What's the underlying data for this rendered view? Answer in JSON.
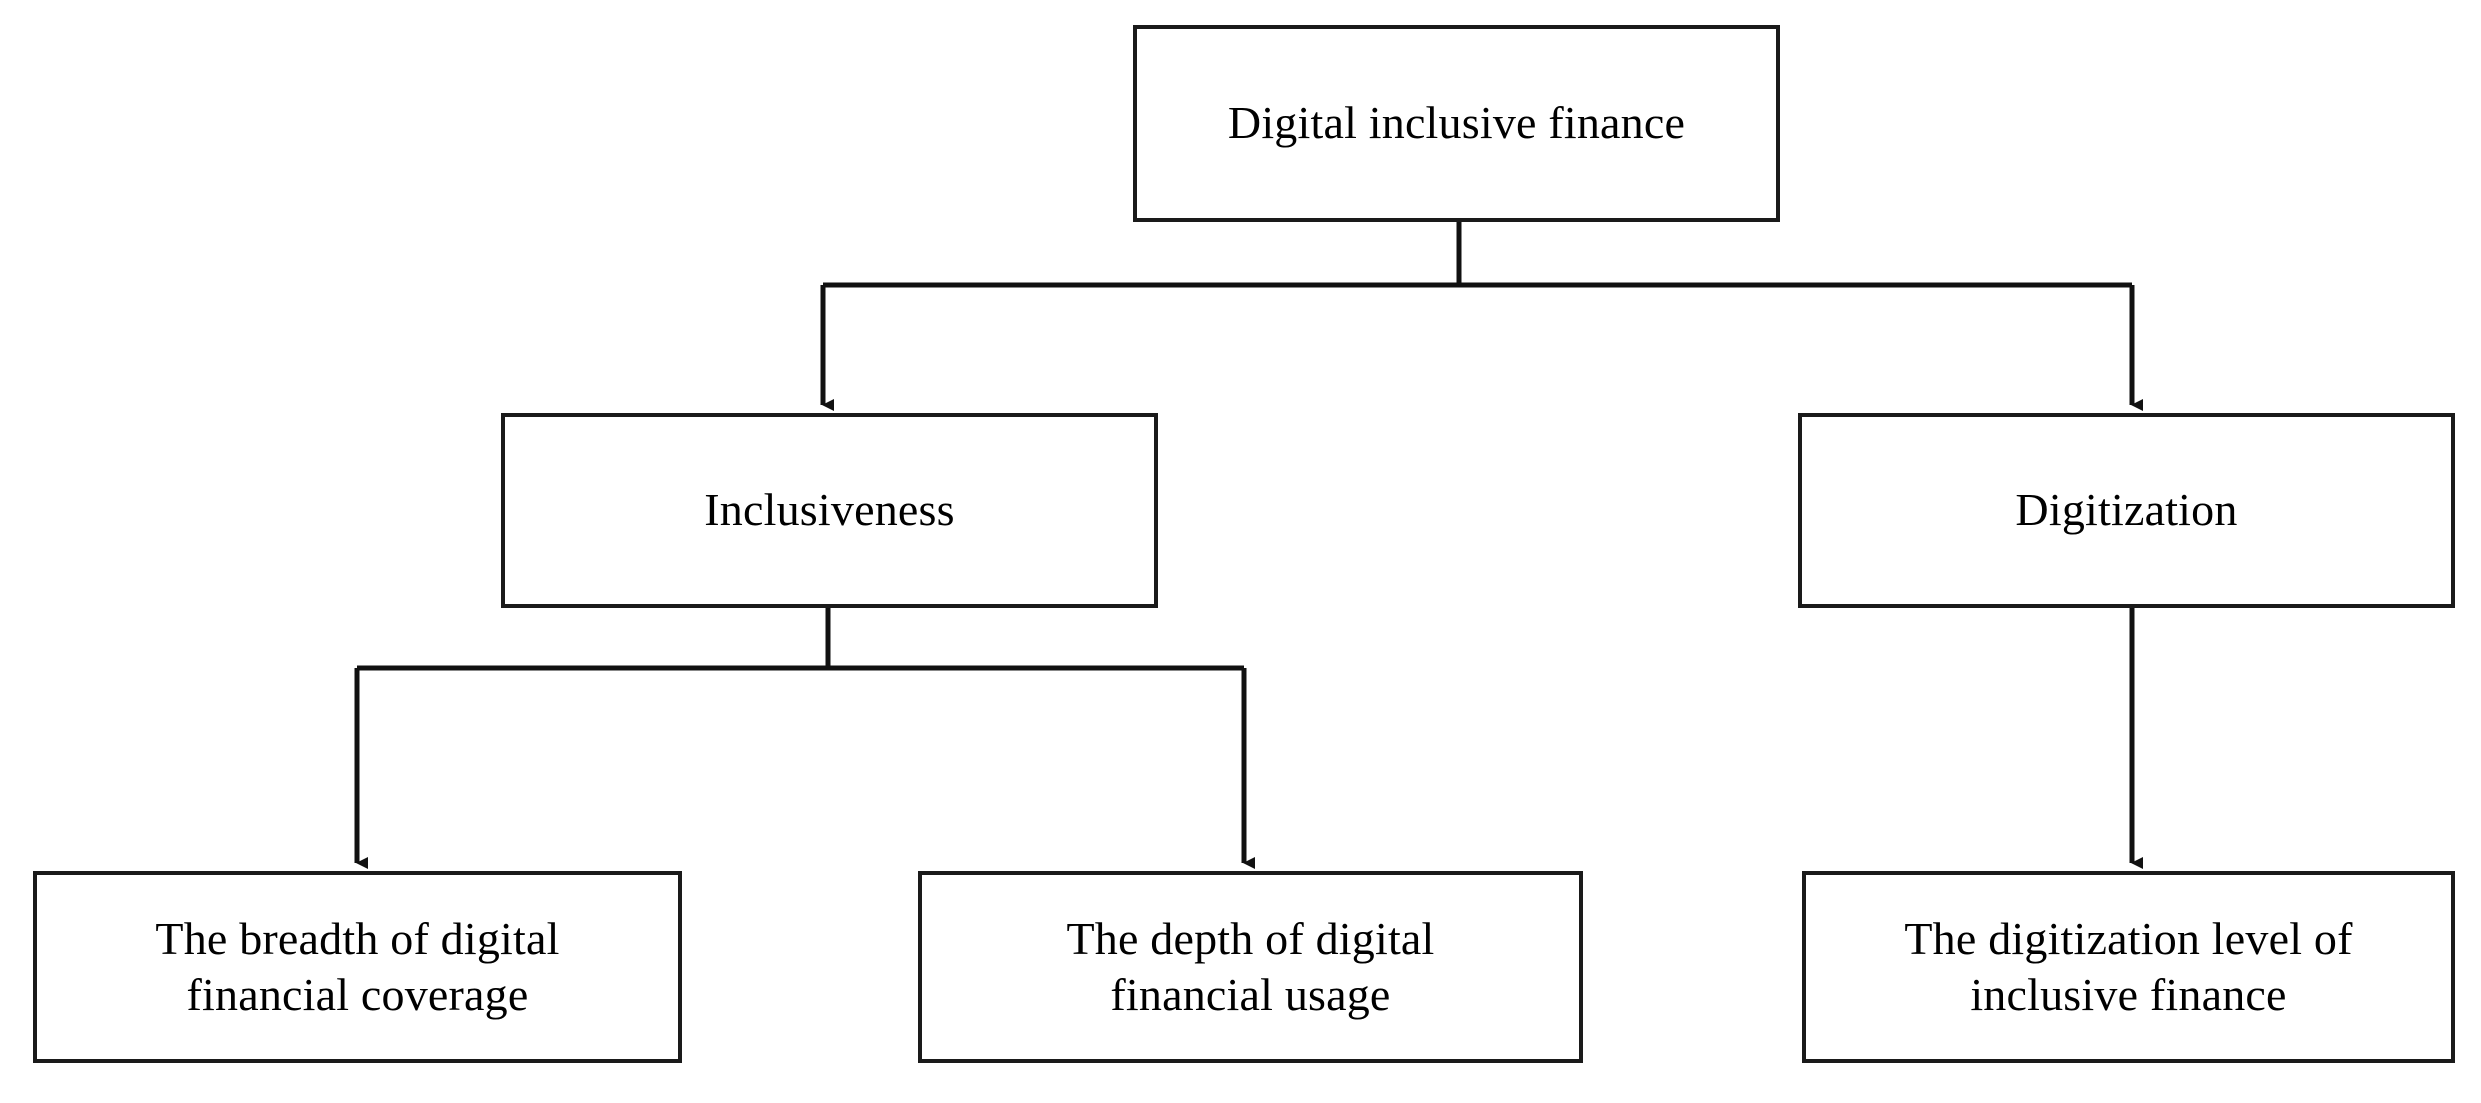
{
  "diagram": {
    "type": "hierarchy-tree",
    "title": "Digital inclusive finance",
    "orientation": "top-down",
    "background_color": "#ffffff",
    "line_color": "#1a1a1a",
    "text_color": "#000000",
    "levels": 3,
    "nodes": [
      {
        "id": "root",
        "level": 1,
        "label": "Digital inclusive finance",
        "children": [
          "inclusiveness",
          "digitization"
        ]
      },
      {
        "id": "inclusiveness",
        "level": 2,
        "label": "Inclusiveness",
        "children": [
          "breadth",
          "depth"
        ]
      },
      {
        "id": "digitization",
        "level": 2,
        "label": "Digitization",
        "children": [
          "level"
        ]
      },
      {
        "id": "breadth",
        "level": 3,
        "label": "The breadth of digital\nfinancial coverage",
        "children": []
      },
      {
        "id": "depth",
        "level": 3,
        "label": "The depth of digital\nfinancial usage",
        "children": []
      },
      {
        "id": "level",
        "level": 3,
        "label": "The digitization level of\ninclusive finance",
        "children": []
      }
    ],
    "edges": [
      {
        "id": "root-to-inclusiveness",
        "from": "root",
        "to": "inclusiveness",
        "style": "elbow",
        "arrowhead": "filled-triangle"
      },
      {
        "id": "root-to-digitization",
        "from": "root",
        "to": "digitization",
        "style": "elbow",
        "arrowhead": "filled-triangle"
      },
      {
        "id": "inclusiveness-to-breadth",
        "from": "inclusiveness",
        "to": "breadth",
        "style": "elbow",
        "arrowhead": "filled-triangle"
      },
      {
        "id": "inclusiveness-to-depth",
        "from": "inclusiveness",
        "to": "depth",
        "style": "elbow",
        "arrowhead": "filled-triangle"
      },
      {
        "id": "digitization-to-level",
        "from": "digitization",
        "to": "level",
        "style": "straight",
        "arrowhead": "filled-triangle"
      }
    ]
  }
}
